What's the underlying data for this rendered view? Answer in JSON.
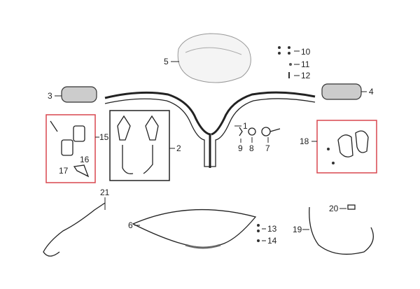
{
  "diagram": {
    "title": "Handlebar parts exploded view",
    "highlight_color": "#d9474f",
    "callouts": {
      "c1": "1",
      "c2": "2",
      "c3": "3",
      "c4": "4",
      "c5": "5",
      "c6": "6",
      "c7": "7",
      "c8": "8",
      "c9": "9",
      "c10": "10",
      "c11": "11",
      "c12": "12",
      "c13": "13",
      "c14": "14",
      "c15": "15",
      "c16": "16",
      "c17": "17",
      "c18": "18",
      "c19": "19",
      "c20": "20",
      "c21": "21"
    }
  }
}
